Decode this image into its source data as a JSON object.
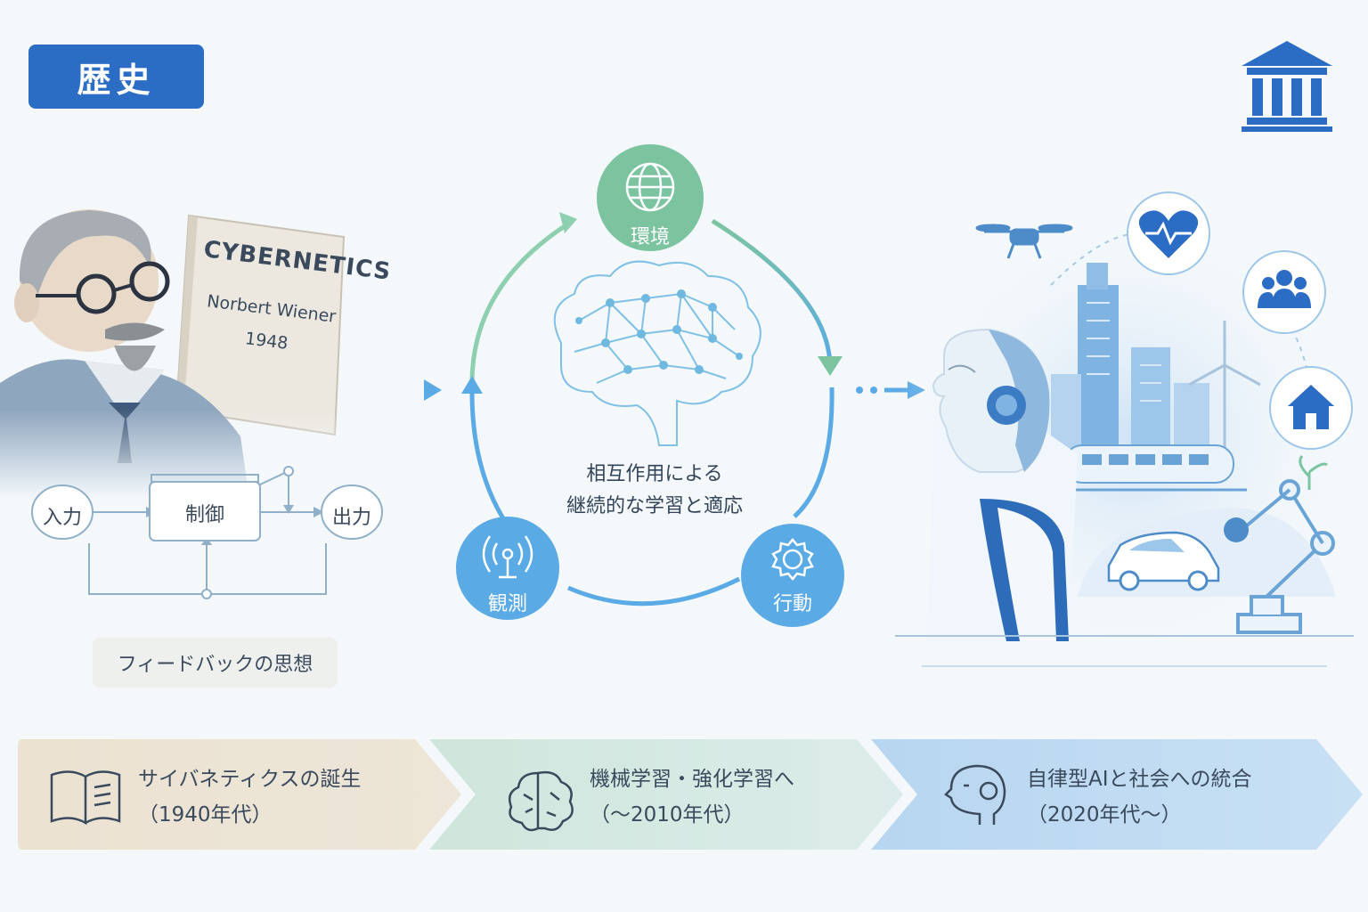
{
  "header": {
    "title": "歴史"
  },
  "history_icon": "museum-columns-icon",
  "book": {
    "title": "CYBERNETICS",
    "author": "Norbert Wiener",
    "year": "1948"
  },
  "feedback_diagram": {
    "input": "入力",
    "control": "制御",
    "output": "出力",
    "caption": "フィードバックの思想"
  },
  "cycle": {
    "environment": "環境",
    "observation": "観測",
    "action": "行動",
    "center_line1": "相互作用による",
    "center_line2": "継続的な学習と適応",
    "environment_icon": "globe-icon",
    "observation_icon": "antenna-icon",
    "action_icon": "gear-icon",
    "center_icon": "brain-network-icon"
  },
  "future_icons": [
    "heart-rate-icon",
    "people-icon",
    "home-icon",
    "drone-icon"
  ],
  "timeline": [
    {
      "title": "サイバネティクスの誕生",
      "period": "（1940年代）",
      "icon": "book-icon",
      "color": "#ece4d6"
    },
    {
      "title": "機械学習・強化学習へ",
      "period": "（～2010年代）",
      "icon": "brain-icon",
      "color": "#d6e8e2"
    },
    {
      "title": "自律型AIと社会への統合",
      "period": "（2020年代～）",
      "icon": "ai-head-icon",
      "color": "#bcd8f0"
    }
  ],
  "colors": {
    "accent": "#2b6cc4",
    "green": "#7cc4a0",
    "blue": "#5aaae6"
  }
}
